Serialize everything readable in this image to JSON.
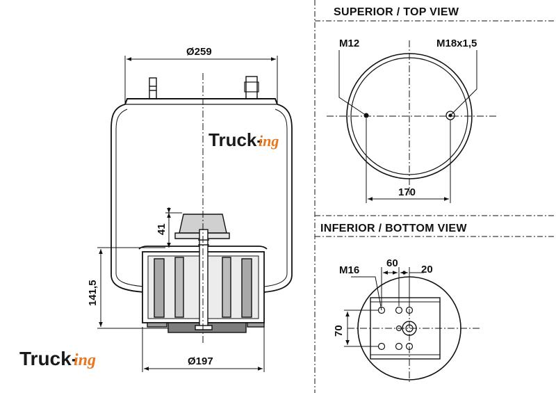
{
  "views": {
    "top_title": "SUPERIOR / TOP VIEW",
    "bottom_title": "INFERIOR / BOTTOM VIEW"
  },
  "dimensions": {
    "top_diameter": "Ø259",
    "bottom_diameter": "Ø197",
    "piston_height": "41",
    "total_height": "141,5",
    "top_stud": "M12",
    "top_air_fitting": "M18x1,5",
    "top_spacing": "170",
    "bottom_stud": "M16",
    "bottom_spacing_a": "60",
    "bottom_spacing_b": "20",
    "bottom_spacing_c": "70"
  },
  "logo": {
    "part1": "Truck-",
    "part2": "ing",
    "color_primary": "#1a1a1a",
    "color_accent": "#e8761f"
  },
  "colors": {
    "line": "#111111",
    "shade": "#c8c8c8",
    "dark_shade": "#8a8a8a"
  }
}
